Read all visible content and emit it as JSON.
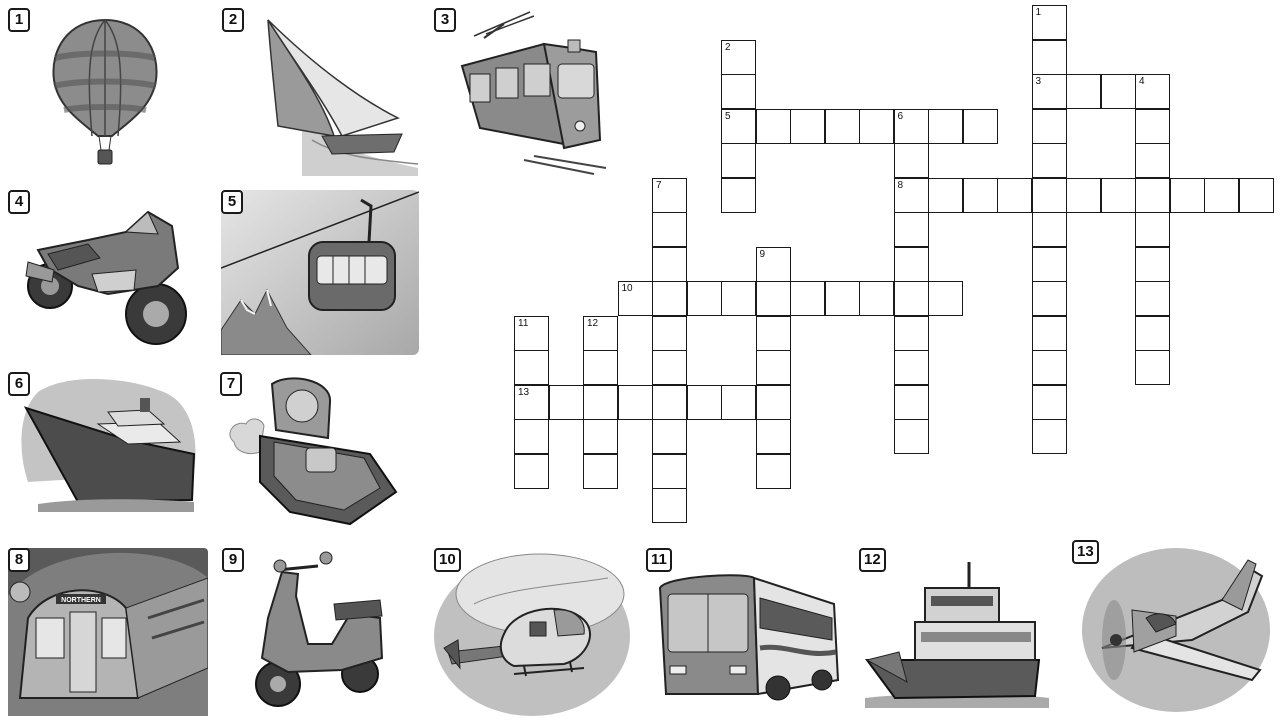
{
  "pictures": [
    {
      "number": "1",
      "icon": "hot-air-balloon-icon"
    },
    {
      "number": "2",
      "icon": "sailboat-icon"
    },
    {
      "number": "3",
      "icon": "tram-icon"
    },
    {
      "number": "4",
      "icon": "motorbike-icon"
    },
    {
      "number": "5",
      "icon": "cable-car-icon"
    },
    {
      "number": "6",
      "icon": "ship-icon"
    },
    {
      "number": "7",
      "icon": "hovercraft-icon"
    },
    {
      "number": "8",
      "icon": "underground-train-icon",
      "sign_text": "NORTHERN"
    },
    {
      "number": "9",
      "icon": "scooter-icon"
    },
    {
      "number": "10",
      "icon": "helicopter-icon"
    },
    {
      "number": "11",
      "icon": "bus-icon"
    },
    {
      "number": "12",
      "icon": "ferry-icon"
    },
    {
      "number": "13",
      "icon": "light-aircraft-icon"
    }
  ],
  "crossword": {
    "clues": [
      {
        "number": "1",
        "direction": "down",
        "row": 0,
        "col": 15,
        "length": 13
      },
      {
        "number": "2",
        "direction": "down",
        "row": 1,
        "col": 6,
        "length": 5
      },
      {
        "number": "3",
        "direction": "across",
        "row": 2,
        "col": 15,
        "length": 4
      },
      {
        "number": "4",
        "direction": "down",
        "row": 2,
        "col": 18,
        "length": 9
      },
      {
        "number": "5",
        "direction": "across",
        "row": 3,
        "col": 6,
        "length": 8
      },
      {
        "number": "6",
        "direction": "down",
        "row": 3,
        "col": 11,
        "length": 10
      },
      {
        "number": "7",
        "direction": "down",
        "row": 5,
        "col": 4,
        "length": 10
      },
      {
        "number": "8",
        "direction": "across",
        "row": 5,
        "col": 11,
        "length": 11
      },
      {
        "number": "9",
        "direction": "down",
        "row": 7,
        "col": 7,
        "length": 7
      },
      {
        "number": "10",
        "direction": "across",
        "row": 8,
        "col": 3,
        "length": 10
      },
      {
        "number": "11",
        "direction": "down",
        "row": 9,
        "col": 0,
        "length": 5
      },
      {
        "number": "12",
        "direction": "down",
        "row": 9,
        "col": 2,
        "length": 5
      },
      {
        "number": "13",
        "direction": "across",
        "row": 11,
        "col": 0,
        "length": 8
      }
    ]
  }
}
